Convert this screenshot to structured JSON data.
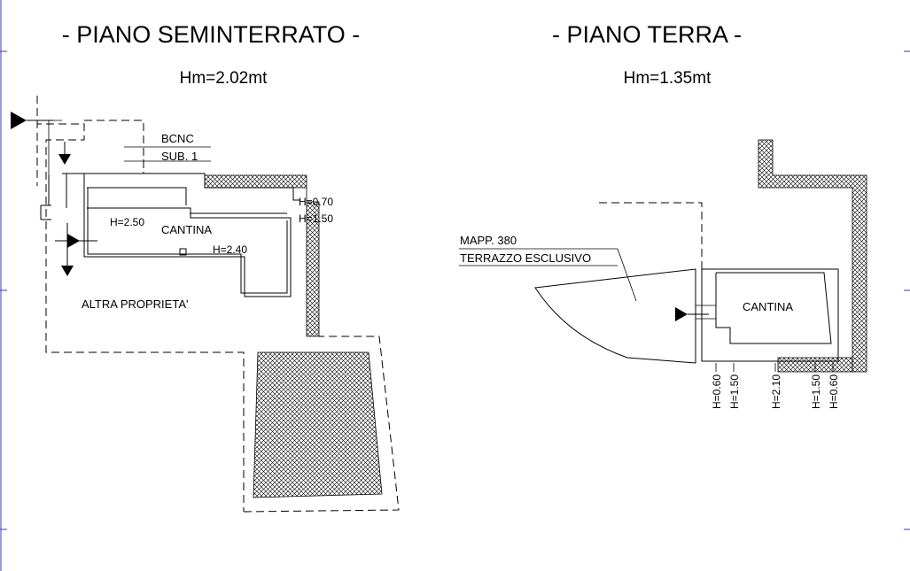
{
  "left_plan": {
    "title": "- PIANO SEMINTERRATO -",
    "height_note": "Hm=2.02mt",
    "labels": {
      "bcnc": "BCNC",
      "sub": "SUB. 1",
      "h070": "H=0.70",
      "h150": "H=1.50",
      "h250": "H=2.50",
      "cantina": "CANTINA",
      "h240": "H=2.40",
      "altra": "ALTRA PROPRIETA'"
    }
  },
  "right_plan": {
    "title": "- PIANO TERRA -",
    "height_note": "Hm=1.35mt",
    "labels": {
      "mapp": "MAPP. 380",
      "terrazzo": "TERRAZZO ESCLUSIVO",
      "cantina": "CANTINA"
    },
    "heights": [
      "H=0.60",
      "H=1.50",
      "H=2.10",
      "H=1.50",
      "H=0.60"
    ]
  },
  "colors": {
    "line": "#000000",
    "hatch": "#000000",
    "sheet_edge": "#3b3bb0"
  }
}
